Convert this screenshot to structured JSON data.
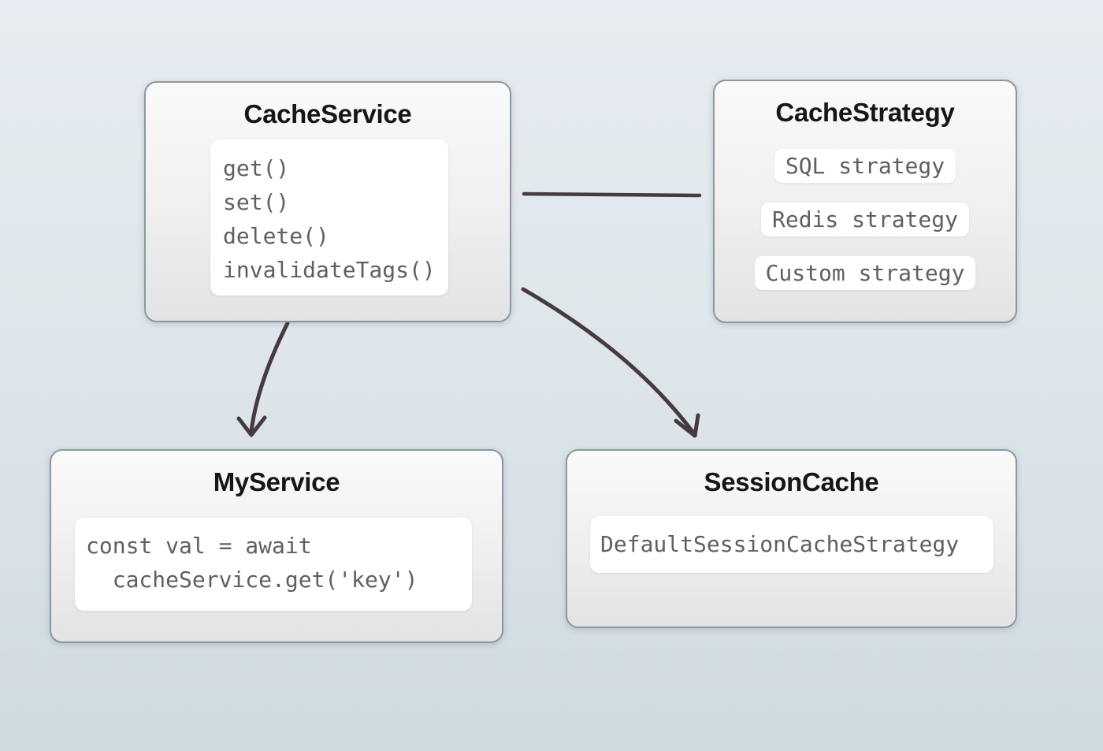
{
  "diagram": {
    "colors": {
      "background_top": "#e6ecf1",
      "background_bottom": "#cfdae0",
      "node_border": "#8e979e",
      "node_fill_top": "#fafafa",
      "node_fill_bottom": "#e2e3e4",
      "panel_fill": "#ffffff",
      "title_text": "#15151a",
      "code_text": "#5e5f64",
      "arrow": "#453a3e"
    },
    "boxes": {
      "cache_service": {
        "title": "CacheService",
        "methods": [
          "get()",
          "set()",
          "delete()",
          "invalidateTags()"
        ]
      },
      "cache_strategy": {
        "title": "CacheStrategy",
        "strategies": [
          "SQL strategy",
          "Redis strategy",
          "Custom strategy"
        ]
      },
      "my_service": {
        "title": "MyService",
        "code": [
          "const val = await",
          "  cacheService.get('key')"
        ]
      },
      "session_cache": {
        "title": "SessionCache",
        "strategy_label": "DefaultSessionCacheStrategy"
      }
    },
    "edges": [
      {
        "from": "CacheService",
        "to": "CacheStrategy",
        "style": "plain-line"
      },
      {
        "from": "CacheService",
        "to": "MyService",
        "style": "curved-arrow"
      },
      {
        "from": "CacheService",
        "to": "SessionCache",
        "style": "curved-arrow"
      }
    ]
  }
}
